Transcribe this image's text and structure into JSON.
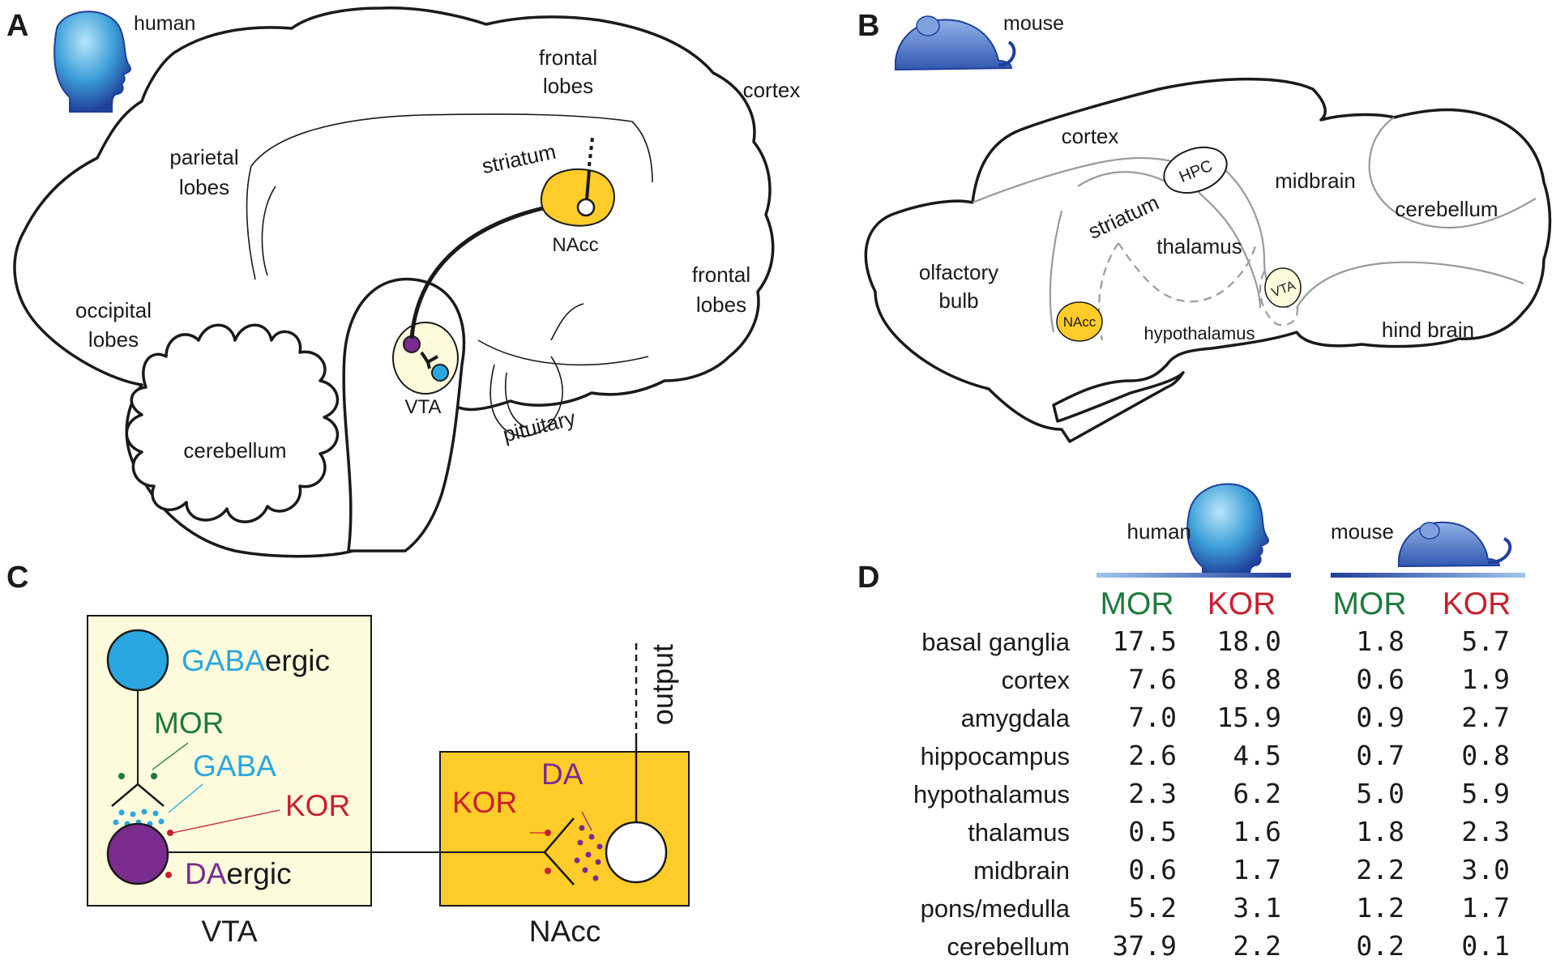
{
  "panels": {
    "a": "A",
    "b": "B",
    "c": "C",
    "d": "D"
  },
  "panel_a": {
    "species": "human",
    "labels": {
      "frontal_top_1": "frontal",
      "frontal_top_2": "lobes",
      "cortex": "cortex",
      "parietal_1": "parietal",
      "parietal_2": "lobes",
      "striatum": "striatum",
      "nacc": "NAcc",
      "frontal_side_1": "frontal",
      "frontal_side_2": "lobes",
      "occipital_1": "occipital",
      "occipital_2": "lobes",
      "vta": "VTA",
      "pituitary": "pituitary",
      "cerebellum": "cerebellum"
    }
  },
  "panel_b": {
    "species": "mouse",
    "labels": {
      "cortex": "cortex",
      "hpc": "HPC",
      "midbrain": "midbrain",
      "cerebellum": "cerebellum",
      "striatum": "striatum",
      "thalamus": "thalamus",
      "olfactory_1": "olfactory",
      "olfactory_2": "bulb",
      "vta": "VTA",
      "nacc": "NAcc",
      "hypothalamus": "hypothalamus",
      "hind_brain": "hind brain"
    }
  },
  "panel_c": {
    "gaba_neuron_a": "GABA",
    "gaba_neuron_b": "ergic",
    "mor": "MOR",
    "gaba": "GABA",
    "kor_vta": "KOR",
    "da_neuron_a": "DA",
    "da_neuron_b": "ergic",
    "vta_box": "VTA",
    "nacc_box": "NAcc",
    "kor_nacc": "KOR",
    "da": "DA",
    "output": "output"
  },
  "panel_d": {
    "species": [
      "human",
      "mouse"
    ],
    "columns": [
      "MOR",
      "KOR",
      "MOR",
      "KOR"
    ],
    "rows": [
      {
        "region": "basal ganglia",
        "values": [
          "17.5",
          "18.0",
          "1.8",
          "5.7"
        ]
      },
      {
        "region": "cortex",
        "values": [
          "7.6",
          "8.8",
          "0.6",
          "1.9"
        ]
      },
      {
        "region": "amygdala",
        "values": [
          "7.0",
          "15.9",
          "0.9",
          "2.7"
        ]
      },
      {
        "region": "hippocampus",
        "values": [
          "2.6",
          "4.5",
          "0.7",
          "0.8"
        ]
      },
      {
        "region": "hypothalamus",
        "values": [
          "2.3",
          "6.2",
          "5.0",
          "5.9"
        ]
      },
      {
        "region": "thalamus",
        "values": [
          "0.5",
          "1.6",
          "1.8",
          "2.3"
        ]
      },
      {
        "region": "midbrain",
        "values": [
          "0.6",
          "1.7",
          "2.2",
          "3.0"
        ]
      },
      {
        "region": "pons/medulla",
        "values": [
          "5.2",
          "3.1",
          "1.2",
          "1.7"
        ]
      },
      {
        "region": "cerebellum",
        "values": [
          "37.9",
          "2.2",
          "0.2",
          "0.1"
        ]
      }
    ]
  },
  "colors": {
    "mor": "#1e7a3a",
    "kor": "#c8202f",
    "gaba": "#2aa7e0",
    "da": "#7a2c8e",
    "vta_fill": "#fdfbdc",
    "nacc_fill": "#ffcc29",
    "icon_blue": "#3a6fc2"
  }
}
